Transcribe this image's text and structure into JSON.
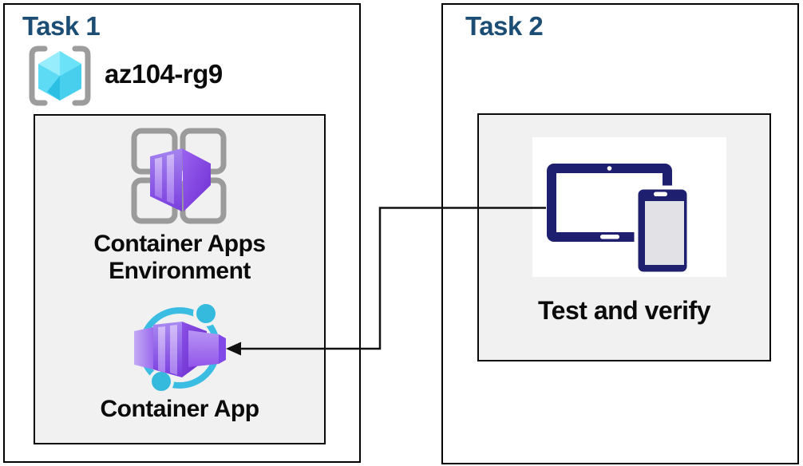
{
  "task1": {
    "title": "Task 1",
    "resource_group_name": "az104-rg9",
    "env_label_line1": "Container Apps",
    "env_label_line2": "Environment",
    "app_label": "Container App"
  },
  "task2": {
    "title": "Task 2",
    "verify_label": "Test and verify"
  },
  "connector": {
    "description": "elbow arrow from Test-and-verify device icon to Container App icon",
    "direction": "right-to-left"
  },
  "icons": {
    "resource_group": "resource-group-icon",
    "container_apps_environment": "container-apps-environment-icon",
    "container_app": "container-app-icon",
    "devices": "devices-icon"
  },
  "colors": {
    "title_navy": "#1c4d74",
    "box_border": "#000000",
    "panel_gray": "#f1f1f1",
    "bracket_gray": "#9c9c9c",
    "cube_cyan_light": "#98edfc",
    "cube_cyan_dark": "#2abfe3",
    "icon_purple": "#8a52ec",
    "ring_cyan": "#3bbde3",
    "device_navy": "#1e1f6e",
    "label_black": "#0b0b0b"
  }
}
